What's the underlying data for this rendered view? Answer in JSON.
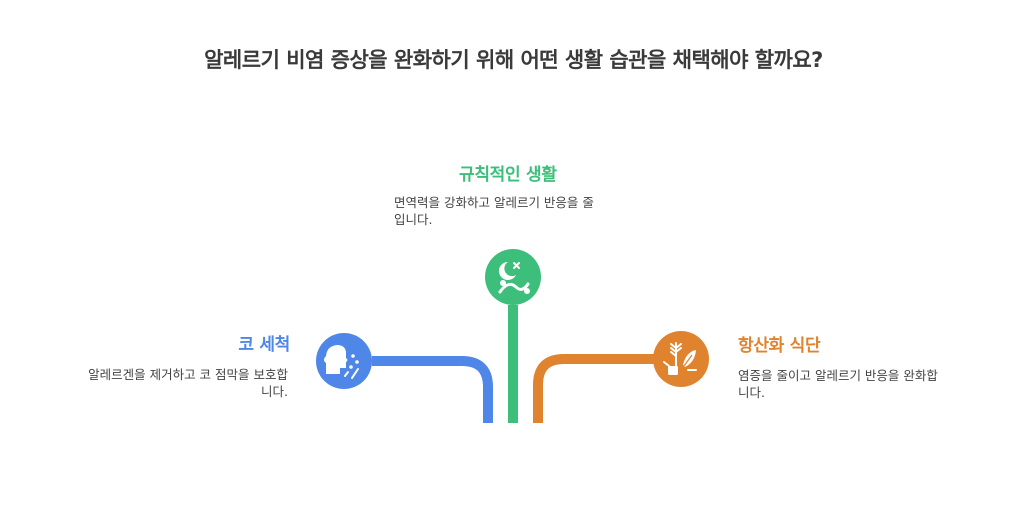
{
  "title": "알레르기 비염 증상을 완화하기 위해 어떤 생활 습관을 채택해야 할까요?",
  "colors": {
    "left": "#4f87e8",
    "center": "#3dbf7b",
    "right": "#e0832e",
    "text": "#3a3a3a"
  },
  "items": {
    "left": {
      "heading": "코 세척",
      "desc_line1": "알레르겐을 제거하고 코 점막을 보호합",
      "desc_line2": "니다.",
      "icon": "nasal-rinse-icon"
    },
    "center": {
      "heading": "규칙적인 생활",
      "desc_line1": "면역력을 강화하고 알레르기 반응을 줄",
      "desc_line2": "입니다.",
      "icon": "sleep-routine-icon"
    },
    "right": {
      "heading": "항산화 식단",
      "desc_line1": "염증을 줄이고 알레르기 반응을 완화합",
      "desc_line2": "니다.",
      "icon": "plant-food-icon"
    }
  }
}
